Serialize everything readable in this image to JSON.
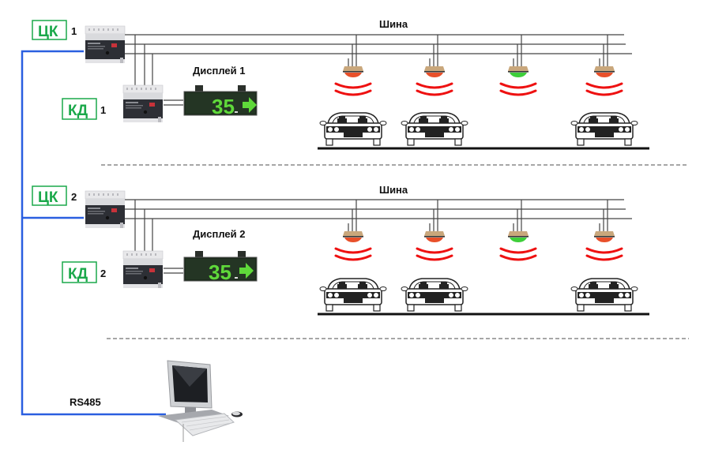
{
  "diagram": {
    "sections": [
      {
        "controller": {
          "label": "ЦК",
          "number": "1"
        },
        "display_controller": {
          "label": "КД",
          "number": "1"
        },
        "display": {
          "title": "Дисплей 1",
          "value": "35",
          "arrow": "arrow-right"
        },
        "bus_label": "Шина",
        "spots": [
          {
            "sensor_state": "red",
            "occupied": true
          },
          {
            "sensor_state": "red",
            "occupied": true
          },
          {
            "sensor_state": "green",
            "occupied": false
          },
          {
            "sensor_state": "red",
            "occupied": true
          }
        ]
      },
      {
        "controller": {
          "label": "ЦК",
          "number": "2"
        },
        "display_controller": {
          "label": "КД",
          "number": "2"
        },
        "display": {
          "title": "Дисплей 2",
          "value": "35",
          "arrow": "arrow-right"
        },
        "bus_label": "Шина",
        "spots": [
          {
            "sensor_state": "red",
            "occupied": true
          },
          {
            "sensor_state": "red",
            "occupied": true
          },
          {
            "sensor_state": "green",
            "occupied": false
          },
          {
            "sensor_state": "red",
            "occupied": true
          }
        ]
      }
    ],
    "network": {
      "label": "RS485",
      "endpoint": "computer"
    },
    "colors": {
      "label_green": "#1aa84a",
      "rs485_blue": "#2a5fe0",
      "sensor_red": "#e8502a",
      "sensor_green": "#3ecf3a",
      "wave_red": "#ee1111",
      "display_green": "#5fd93a",
      "display_bg": "#1c2a1c"
    }
  }
}
